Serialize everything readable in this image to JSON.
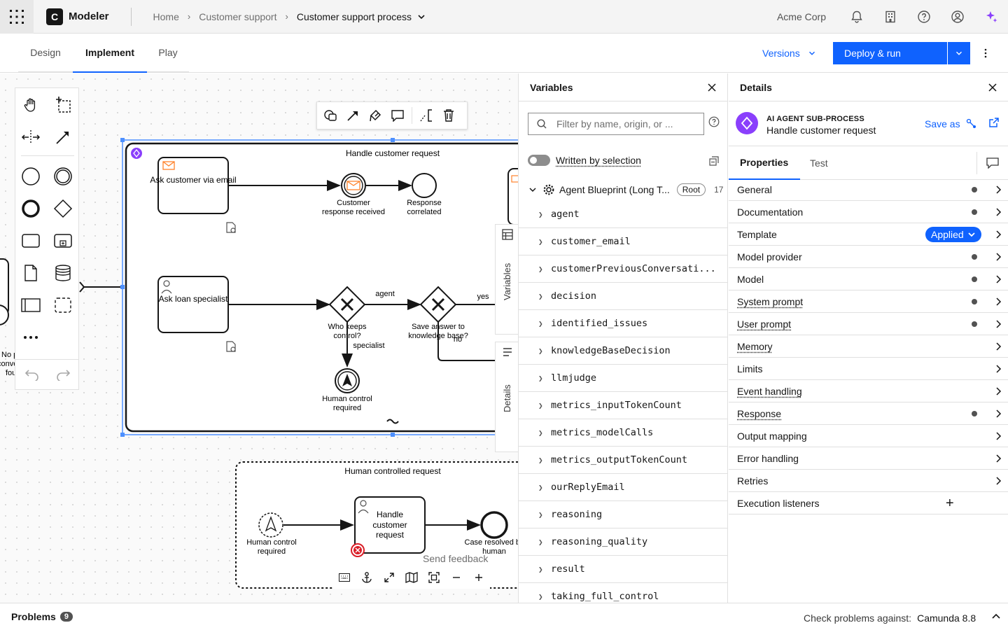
{
  "app": {
    "logo_letter": "C",
    "name": "Modeler",
    "org": "Acme Corp"
  },
  "breadcrumbs": {
    "home": "Home",
    "project": "Customer support",
    "current": "Customer support process"
  },
  "tabs": [
    "Design",
    "Implement",
    "Play"
  ],
  "active_tab": "Implement",
  "toolbar": {
    "versions": "Versions",
    "deploy": "Deploy & run"
  },
  "diagram": {
    "subprocess_title": "Handle customer request",
    "task_email": "Ask customer via email",
    "event_received": "Customer response received",
    "event_correlated": "Response correlated",
    "task_loan": "Ask loan specialist",
    "gw_keeps": "Who keeps control?",
    "flow_agent": "agent",
    "flow_specialist": "specialist",
    "gw_save": "Save answer to knowledge base?",
    "flow_yes": "yes",
    "flow_no": "no",
    "event_human": "Human control required",
    "left_cut": "No past conver... fou...",
    "sub2_title": "Human controlled request",
    "sub2_start": "Human control required",
    "sub2_task": "Handle customer request",
    "sub2_end": "Case resolved by human",
    "feedback": "Send feedback"
  },
  "side_tabs": {
    "variables": "Variables",
    "details": "Details"
  },
  "variables_panel": {
    "title": "Variables",
    "filter_placeholder": "Filter by name, origin, or ...",
    "toggle_label": "Written by selection",
    "root_name": "Agent Blueprint (Long T...",
    "root_badge": "Root",
    "root_count": "17",
    "items": [
      "agent",
      "customer_email",
      "customerPreviousConversati...",
      "decision",
      "identified_issues",
      "knowledgeBaseDecision",
      "llmjudge",
      "metrics_inputTokenCount",
      "metrics_modelCalls",
      "metrics_outputTokenCount",
      "ourReplyEmail",
      "reasoning",
      "reasoning_quality",
      "result",
      "taking_full_control"
    ]
  },
  "details_panel": {
    "title": "Details",
    "element_type": "AI AGENT SUB-PROCESS",
    "element_name": "Handle customer request",
    "save_as": "Save as",
    "tab_properties": "Properties",
    "tab_test": "Test",
    "applied": "Applied",
    "properties": [
      {
        "label": "General",
        "dot": true,
        "underline": false
      },
      {
        "label": "Documentation",
        "dot": true,
        "underline": false
      },
      {
        "label": "Template",
        "dot": false,
        "underline": false,
        "badge": true
      },
      {
        "label": "Model provider",
        "dot": true,
        "underline": false
      },
      {
        "label": "Model",
        "dot": true,
        "underline": false
      },
      {
        "label": "System prompt",
        "dot": true,
        "underline": true
      },
      {
        "label": "User prompt",
        "dot": true,
        "underline": true
      },
      {
        "label": "Memory",
        "dot": false,
        "underline": true
      },
      {
        "label": "Limits",
        "dot": false,
        "underline": false
      },
      {
        "label": "Event handling",
        "dot": false,
        "underline": true
      },
      {
        "label": "Response",
        "dot": true,
        "underline": true
      },
      {
        "label": "Output mapping",
        "dot": false,
        "underline": false
      },
      {
        "label": "Error handling",
        "dot": false,
        "underline": false
      },
      {
        "label": "Retries",
        "dot": false,
        "underline": false
      }
    ],
    "execution_listeners": "Execution listeners"
  },
  "bottom_bar": {
    "problems": "Problems",
    "problems_count": "9",
    "check_label": "Check problems against:",
    "check_value": "Camunda 8.8"
  },
  "colors": {
    "accent": "#0f62fe",
    "agent_purple": "#8a3ffc",
    "error_red": "#da1e28",
    "message_orange": "#ff832b"
  }
}
